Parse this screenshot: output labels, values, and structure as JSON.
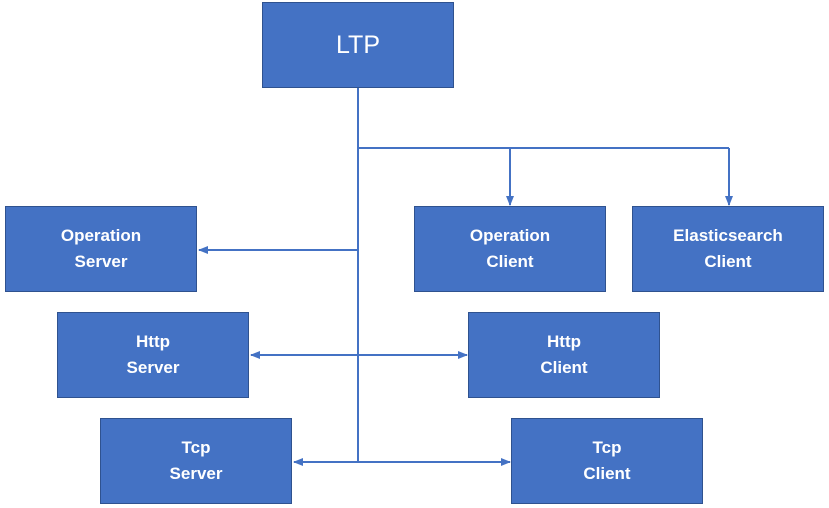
{
  "diagram": {
    "colors": {
      "box_fill": "#4472c4",
      "box_border": "#2f528f",
      "connector": "#4472c4",
      "text": "#ffffff",
      "background": "#ffffff"
    },
    "nodes": {
      "ltp": {
        "lines": [
          "LTP"
        ]
      },
      "operation_server": {
        "lines": [
          "Operation",
          "Server"
        ]
      },
      "operation_client": {
        "lines": [
          "Operation",
          "Client"
        ]
      },
      "elasticsearch_client": {
        "lines": [
          "Elasticsearch",
          "Client"
        ]
      },
      "http_server": {
        "lines": [
          "Http",
          "Server"
        ]
      },
      "http_client": {
        "lines": [
          "Http",
          "Client"
        ]
      },
      "tcp_server": {
        "lines": [
          "Tcp",
          "Server"
        ]
      },
      "tcp_client": {
        "lines": [
          "Tcp",
          "Client"
        ]
      }
    },
    "edges": [
      {
        "from": "LTP",
        "to": "Operation Client"
      },
      {
        "from": "LTP",
        "to": "Elasticsearch Client"
      },
      {
        "from": "LTP",
        "to": "Operation Server"
      },
      {
        "from": "LTP",
        "to": "Http Server"
      },
      {
        "from": "LTP",
        "to": "Http Client"
      },
      {
        "from": "LTP",
        "to": "Tcp Server"
      },
      {
        "from": "LTP",
        "to": "Tcp Client"
      }
    ]
  }
}
